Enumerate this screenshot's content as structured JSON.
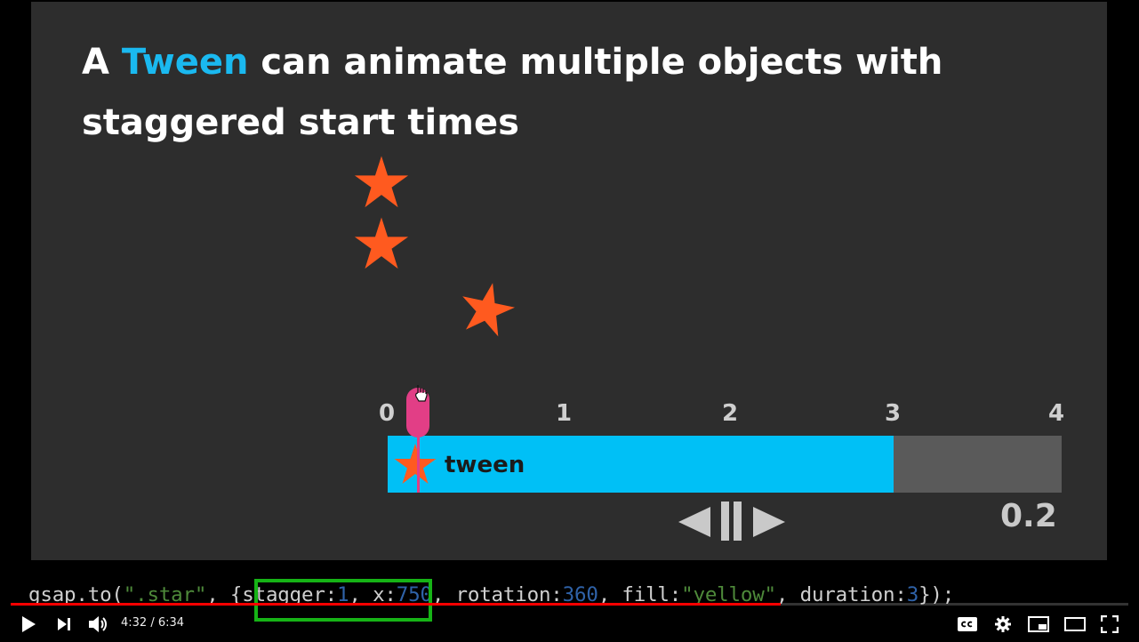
{
  "slide": {
    "headline_prefix": "A ",
    "headline_accent": "Tween",
    "headline_rest": " can animate multiple objects with staggered start times",
    "accent_color": "#1ab9f0",
    "star_color": "#ff5a1f"
  },
  "timeline": {
    "ticks": [
      "0",
      "1",
      "2",
      "3",
      "4"
    ],
    "bar_label": "tween",
    "bar_color": "#00c0f6",
    "playhead_color": "#e23e86",
    "current_time": "0.2",
    "tween_end": 3,
    "timeline_max": 4,
    "playhead_time": 0.2
  },
  "code": {
    "p1": "gsap.to(",
    "s1": "\".star\"",
    "p2": ", {stagger:",
    "n1": "1",
    "p3": ", x:",
    "n2": "750",
    "p4": ", rotation:",
    "n3": "360",
    "p5": ", fill:",
    "s2": "\"yellow\"",
    "p6": ", duration:",
    "n4": "3",
    "p7": "});",
    "highlight_color": "#16b316"
  },
  "player": {
    "time_current": "4:32",
    "time_sep": " / ",
    "time_total": "6:34",
    "progress_fraction": 0.689,
    "progress_color": "#ff0000"
  }
}
